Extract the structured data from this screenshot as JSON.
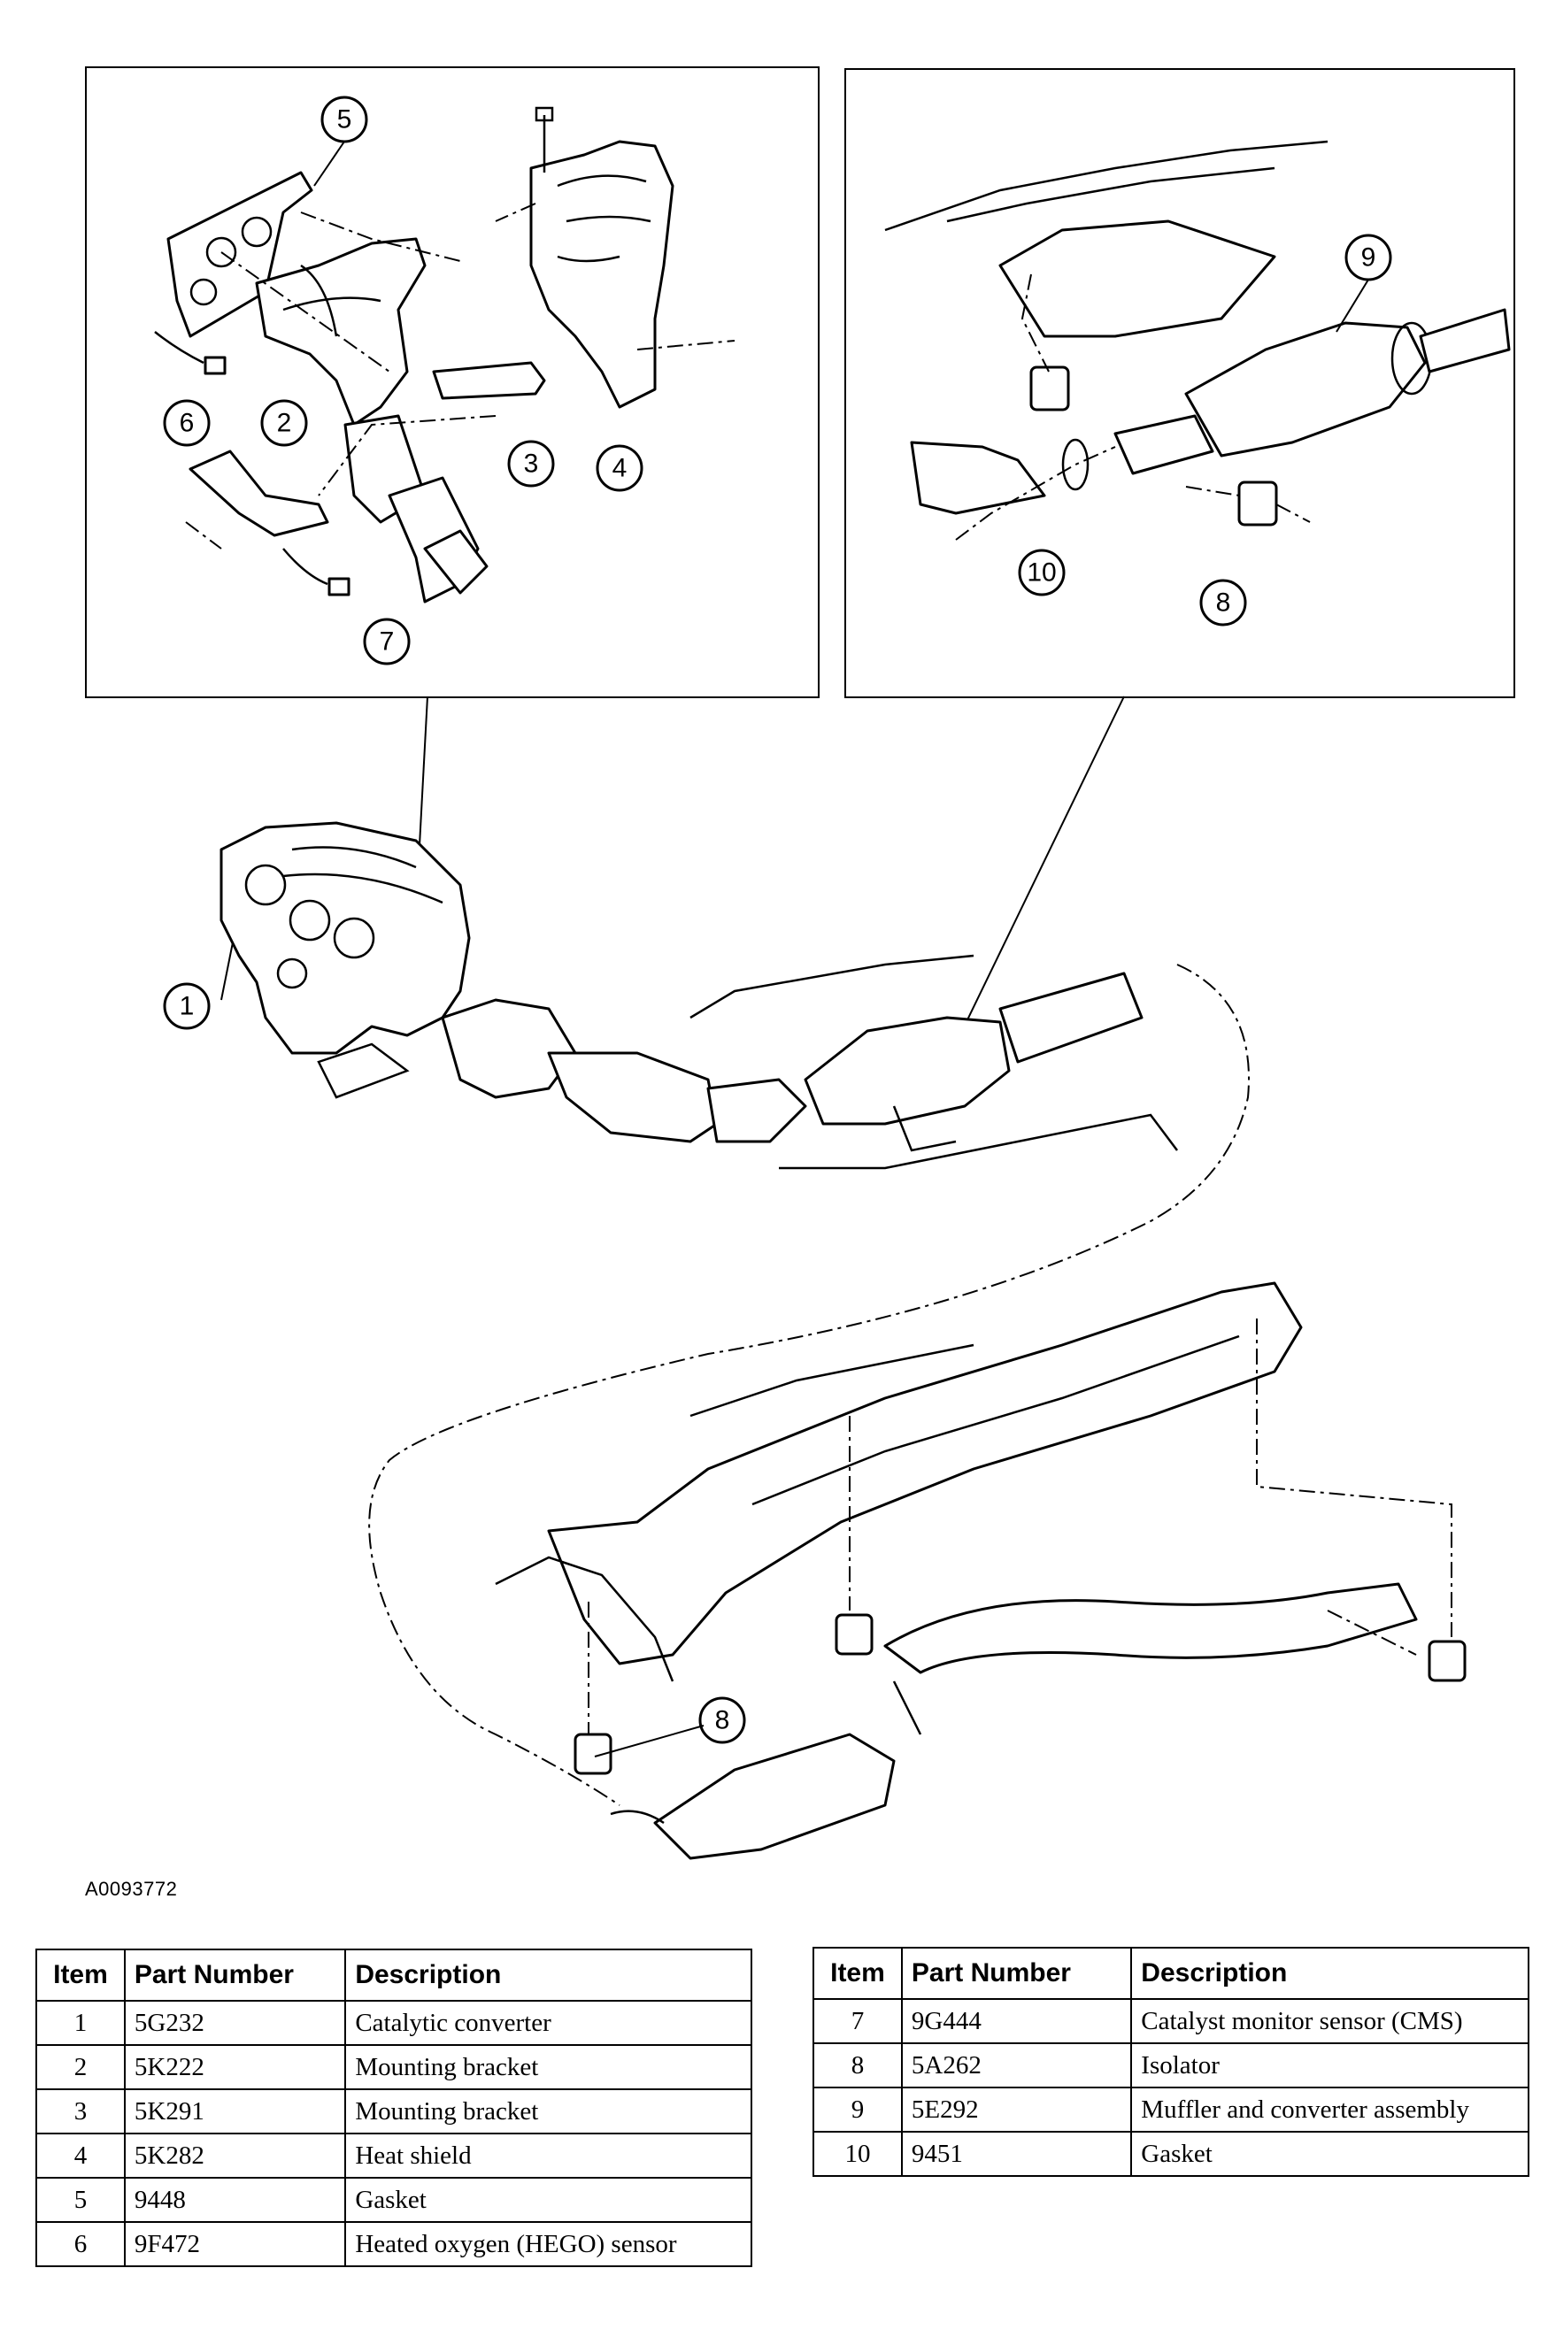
{
  "figure_code": "A0093772",
  "callouts": {
    "c1": "1",
    "c2": "2",
    "c3": "3",
    "c4": "4",
    "c5": "5",
    "c6": "6",
    "c7": "7",
    "c8a": "8",
    "c8b": "8",
    "c9": "9",
    "c10": "10"
  },
  "table_headers": {
    "item": "Item",
    "part_number": "Part Number",
    "description": "Description"
  },
  "parts_left": [
    {
      "item": "1",
      "part_number": "5G232",
      "description": "Catalytic converter"
    },
    {
      "item": "2",
      "part_number": "5K222",
      "description": "Mounting bracket"
    },
    {
      "item": "3",
      "part_number": "5K291",
      "description": "Mounting bracket"
    },
    {
      "item": "4",
      "part_number": "5K282",
      "description": "Heat shield"
    },
    {
      "item": "5",
      "part_number": "9448",
      "description": "Gasket"
    },
    {
      "item": "6",
      "part_number": "9F472",
      "description": "Heated oxygen (HEGO) sensor"
    }
  ],
  "parts_right": [
    {
      "item": "7",
      "part_number": "9G444",
      "description": "Catalyst monitor sensor (CMS)"
    },
    {
      "item": "8",
      "part_number": "5A262",
      "description": "Isolator"
    },
    {
      "item": "9",
      "part_number": "5E292",
      "description": "Muffler and converter assembly"
    },
    {
      "item": "10",
      "part_number": "9451",
      "description": "Gasket"
    }
  ]
}
